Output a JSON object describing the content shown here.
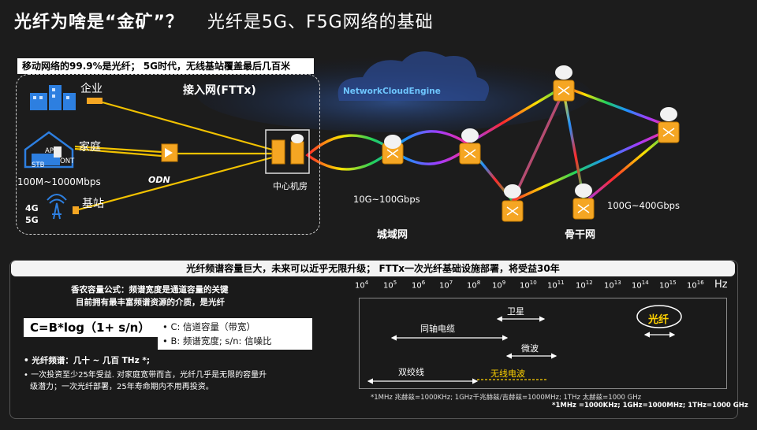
{
  "header": {
    "title": "光纤为啥是“金矿”？",
    "subtitle": "光纤是5G、F5G网络的基础"
  },
  "access": {
    "note": "移动网络的99.9%是光纤； 5G时代，无线基站覆盖最后几百米",
    "section_title": "接入网(FTTx)",
    "enterprise": "企业",
    "home": "家庭",
    "ap": "AP",
    "ont": "ONT",
    "stb": "STB",
    "home_speed": "100M~1000Mbps",
    "odn": "ODN",
    "base_station": "基站",
    "gen4": "4G",
    "gen5": "5G",
    "central_office": "中心机房"
  },
  "metro": {
    "speed": "10G~100Gbps",
    "label": "城域网"
  },
  "backbone": {
    "speed": "100G~400Gbps",
    "label": "骨干网"
  },
  "cloud": {
    "label": "NetworkCloudEngine"
  },
  "spectrum": {
    "banner": "光纤频谱容量巨大，未来可以近乎无限升级；    FTTx一次光纤基础设施部署，将受益30年",
    "shannon_1": "香农容量公式：频谱宽度是通道容量的关键",
    "shannon_2": "目前拥有最丰富频谱资源的介质，是光纤",
    "formula": "C=B*log（1+ s/n）",
    "c_desc": "• C:  信道容量（带宽）",
    "b_desc": "• B:  频谱宽度;       s/n:  信噪比",
    "fiber_freq": "• 光纤频谱：几十  ~ 几百 THz *;",
    "invest_1": "• 一次投资至少25年受益. 对家庭宽带而言，光纤几乎是无限的容量升",
    "invest_2": "级潜力；一次光纤部署，25年寿命期内不用再投资。",
    "hz": "Hz",
    "exponents": [
      "4",
      "5",
      "6",
      "7",
      "8",
      "9",
      "10",
      "11",
      "12",
      "13",
      "14",
      "15",
      "16"
    ],
    "media": {
      "satellite": "卫星",
      "coax": "同轴电缆",
      "microwave": "微波",
      "twisted": "双绞线",
      "wireless": "无线电波",
      "fiber": "光纤"
    },
    "footnote_1": "*1MHz 兆赫兹=1000KHz;    1GHz千兆赫兹/吉赫兹=1000MHz;    1THz 太赫兹=1000 GHz",
    "footnote_2": "*1MHz =1000KHz;    1GHz=1000MHz;    1THz=1000 GHz"
  },
  "colors": {
    "accent_yellow": "#ffd200",
    "device_orange": "#f5a623",
    "link_yellow": "#f2c200",
    "cloud_blue": "#1e3f8a"
  }
}
